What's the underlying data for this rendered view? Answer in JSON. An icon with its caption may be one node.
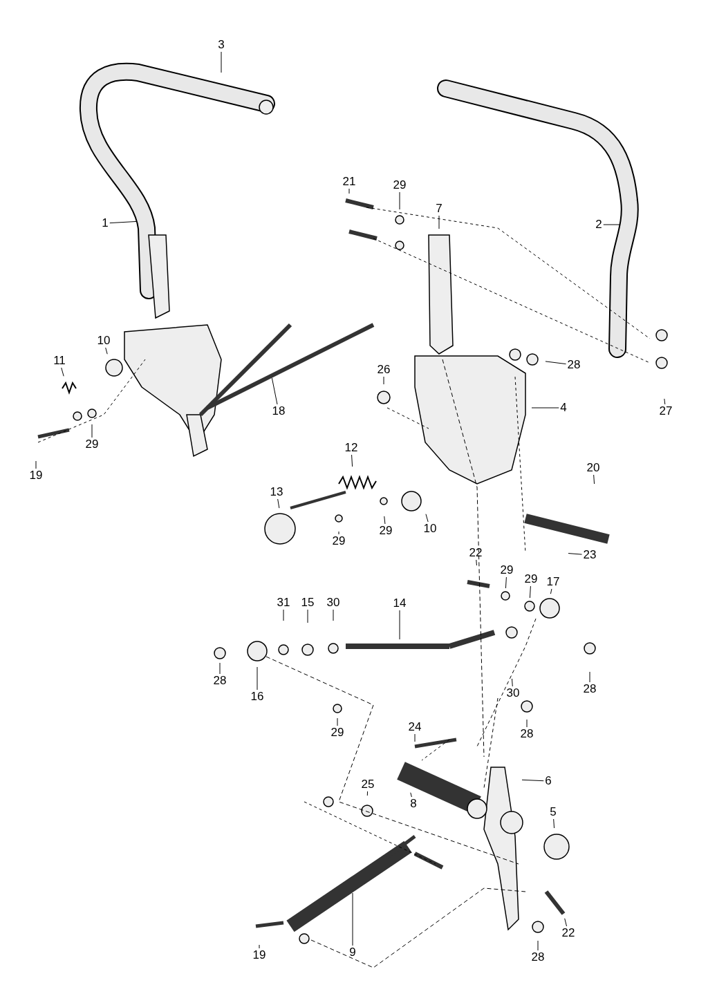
{
  "diagram": {
    "nodes": [
      {
        "text": [
          "3"
        ]
      },
      {
        "text": [
          "1"
        ]
      },
      {
        "text": [
          "21"
        ]
      },
      {
        "text": [
          "29"
        ]
      },
      {
        "text": [
          "7"
        ]
      },
      {
        "text": [
          "2"
        ]
      },
      {
        "text": [
          "10"
        ]
      },
      {
        "text": [
          "11"
        ]
      },
      {
        "text": [
          "29"
        ]
      },
      {
        "text": [
          "19"
        ]
      },
      {
        "text": [
          "18"
        ]
      },
      {
        "text": [
          "28"
        ]
      },
      {
        "text": [
          "27"
        ]
      },
      {
        "text": [
          "26"
        ]
      },
      {
        "text": [
          "4"
        ]
      },
      {
        "text": [
          "12"
        ]
      },
      {
        "text": [
          "13"
        ]
      },
      {
        "text": [
          "29"
        ]
      },
      {
        "text": [
          "10"
        ]
      },
      {
        "text": [
          "20"
        ]
      },
      {
        "text": [
          "29"
        ]
      },
      {
        "text": [
          "23"
        ]
      },
      {
        "text": [
          "22"
        ]
      },
      {
        "text": [
          "29"
        ]
      },
      {
        "text": [
          "29"
        ]
      },
      {
        "text": [
          "17"
        ]
      },
      {
        "text": [
          "31"
        ]
      },
      {
        "text": [
          "15"
        ]
      },
      {
        "text": [
          "30"
        ]
      },
      {
        "text": [
          "14"
        ]
      },
      {
        "text": [
          "28"
        ]
      },
      {
        "text": [
          "16"
        ]
      },
      {
        "text": [
          "30"
        ]
      },
      {
        "text": [
          "28"
        ]
      },
      {
        "text": [
          "29"
        ]
      },
      {
        "text": [
          "28"
        ]
      },
      {
        "text": [
          "24"
        ]
      },
      {
        "text": [
          "6"
        ]
      },
      {
        "text": [
          "25"
        ]
      },
      {
        "text": [
          "8"
        ]
      },
      {
        "text": [
          "5"
        ]
      },
      {
        "text": [
          "9"
        ]
      },
      {
        "text": [
          "22"
        ]
      },
      {
        "text": [
          "19"
        ]
      },
      {
        "text": [
          "28"
        ]
      }
    ],
    "edges": [
      {
        "from": 0,
        "to": null,
        "arrow": "none"
      },
      {
        "from": 1,
        "to": null,
        "arrow": "none"
      },
      {
        "from": 2,
        "to": null,
        "arrow": "none"
      },
      {
        "from": 3,
        "to": null,
        "arrow": "none"
      },
      {
        "from": 4,
        "to": null,
        "arrow": "none"
      },
      {
        "from": 5,
        "to": null,
        "arrow": "none"
      },
      {
        "from": 6,
        "to": null,
        "arrow": "none"
      },
      {
        "from": 7,
        "to": null,
        "arrow": "none"
      },
      {
        "from": 8,
        "to": null,
        "arrow": "none"
      },
      {
        "from": 9,
        "to": null,
        "arrow": "none"
      },
      {
        "from": 10,
        "to": null,
        "arrow": "none"
      },
      {
        "from": 11,
        "to": null,
        "arrow": "none"
      },
      {
        "from": 12,
        "to": null,
        "arrow": "none"
      },
      {
        "from": 13,
        "to": null,
        "arrow": "none"
      },
      {
        "from": 14,
        "to": null,
        "arrow": "none"
      },
      {
        "from": 15,
        "to": null,
        "arrow": "none"
      },
      {
        "from": 16,
        "to": null,
        "arrow": "none"
      },
      {
        "from": 17,
        "to": null,
        "arrow": "none"
      },
      {
        "from": 18,
        "to": null,
        "arrow": "none"
      },
      {
        "from": 19,
        "to": null,
        "arrow": "none"
      },
      {
        "from": 20,
        "to": null,
        "arrow": "none"
      },
      {
        "from": 21,
        "to": null,
        "arrow": "none"
      },
      {
        "from": 22,
        "to": null,
        "arrow": "none"
      },
      {
        "from": 23,
        "to": null,
        "arrow": "none"
      },
      {
        "from": 24,
        "to": null,
        "arrow": "none"
      },
      {
        "from": 25,
        "to": null,
        "arrow": "none"
      },
      {
        "from": 26,
        "to": null,
        "arrow": "none"
      },
      {
        "from": 27,
        "to": null,
        "arrow": "none"
      },
      {
        "from": 28,
        "to": null,
        "arrow": "none"
      },
      {
        "from": 29,
        "to": null,
        "arrow": "none"
      },
      {
        "from": 30,
        "to": null,
        "arrow": "none"
      },
      {
        "from": 31,
        "to": null,
        "arrow": "none"
      },
      {
        "from": 32,
        "to": null,
        "arrow": "none"
      },
      {
        "from": 33,
        "to": null,
        "arrow": "none"
      },
      {
        "from": 34,
        "to": null,
        "arrow": "none"
      },
      {
        "from": 35,
        "to": null,
        "arrow": "none"
      },
      {
        "from": 36,
        "to": null,
        "arrow": "none"
      },
      {
        "from": 37,
        "to": null,
        "arrow": "none"
      },
      {
        "from": 38,
        "to": null,
        "arrow": "none"
      },
      {
        "from": 39,
        "to": null,
        "arrow": "none"
      },
      {
        "from": 40,
        "to": null,
        "arrow": "none"
      },
      {
        "from": 41,
        "to": null,
        "arrow": "none"
      },
      {
        "from": 42,
        "to": null,
        "arrow": "none"
      },
      {
        "from": 43,
        "to": null,
        "arrow": "none"
      },
      {
        "from": 44,
        "to": null,
        "arrow": "none"
      }
    ]
  }
}
